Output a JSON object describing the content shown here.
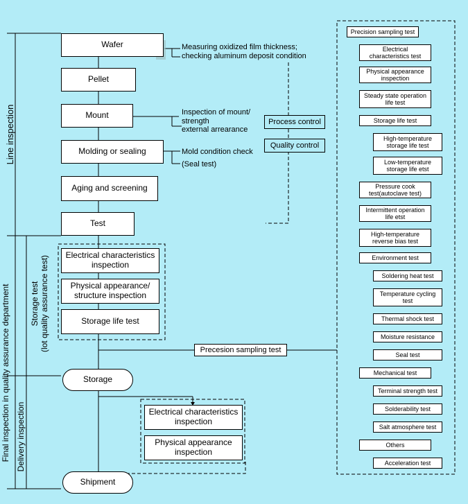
{
  "flow": {
    "wafer": "Wafer",
    "pellet": "Pellet",
    "mount": "Mount",
    "molding": "Molding or sealing",
    "aging": "Aging and screening",
    "test": "Test",
    "elec_char": "Electrical  characteristics\ninspection",
    "phys_struct": "Physical appearance/\nstructure inspection",
    "storage_life": "Storage life test",
    "storage": "Storage",
    "elec_char2": "Electrical characteristics\ninspection",
    "phys2": "Physical appearance\ninspection",
    "shipment": "Shipment"
  },
  "notes": {
    "wafer_note": "Measuring oxidized film thickness;\nchecking aluminum deposit condition",
    "mount_note": "Inspection of mount/\nstrength\n external arrearance",
    "mold_note": "Mold condition check",
    "seal_note": "(Seal test)",
    "process_control": "Process control",
    "quality_control": "Quality control",
    "precesion": "Precesion sampling test"
  },
  "side": {
    "line_inspection": "Line inspection",
    "storage_test": "Storage test\n(lot quality assurance test)",
    "final_inspection": "Final inspection in quality assurance department",
    "delivery_inspection": "Delivery inspection"
  },
  "right": {
    "title": "Precision sampling test",
    "items": [
      "Electrical\ncharacteristics test",
      "Physical appearance\ninspection",
      "Steady state operation\nlife test",
      "Storage life test",
      "High-temperature\nstorage life test",
      "Low-temperature\nstorage life etst",
      "Pressure cook\ntest(autoclave test)",
      "Intermittent operation\nlife etst",
      "High-temperature\nreverse bias test",
      "Environment test",
      "Soldering heat test",
      "Temperature cycling\ntest",
      "Thermal shock test",
      "Moisture resistance",
      "Seal test",
      "Mechanical test",
      "Terminal strength test",
      "Solderability test",
      "Salt atmosphere test",
      "Others",
      "Acceleration test"
    ]
  }
}
